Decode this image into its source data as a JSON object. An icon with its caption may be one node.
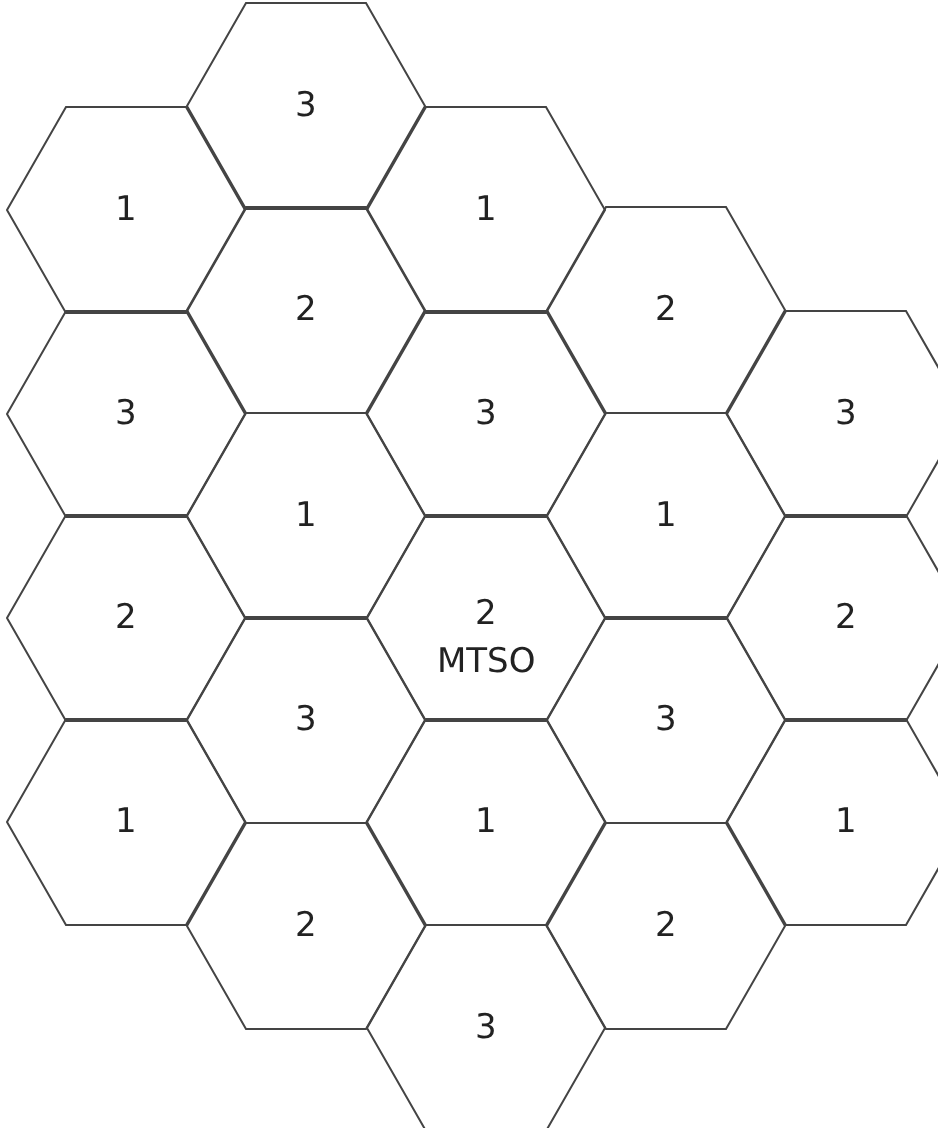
{
  "diagram": {
    "nodes": [
      {
        "text": [
          "3"
        ]
      },
      {
        "text": [
          "1"
        ]
      },
      {
        "text": [
          "1"
        ]
      },
      {
        "text": [
          "2"
        ]
      },
      {
        "text": [
          "2"
        ]
      },
      {
        "text": [
          "3"
        ]
      },
      {
        "text": [
          "3"
        ]
      },
      {
        "text": [
          "3"
        ]
      },
      {
        "text": [
          "1"
        ]
      },
      {
        "text": [
          "1"
        ]
      },
      {
        "text": [
          "2"
        ]
      },
      {
        "text": [
          "2",
          "MTSO"
        ]
      },
      {
        "text": [
          "2"
        ]
      },
      {
        "text": [
          "3"
        ]
      },
      {
        "text": [
          "3"
        ]
      },
      {
        "text": [
          "1"
        ]
      },
      {
        "text": [
          "1"
        ]
      },
      {
        "text": [
          "1"
        ]
      },
      {
        "text": [
          "2"
        ]
      },
      {
        "text": [
          "2"
        ]
      },
      {
        "text": [
          "3"
        ]
      }
    ]
  }
}
